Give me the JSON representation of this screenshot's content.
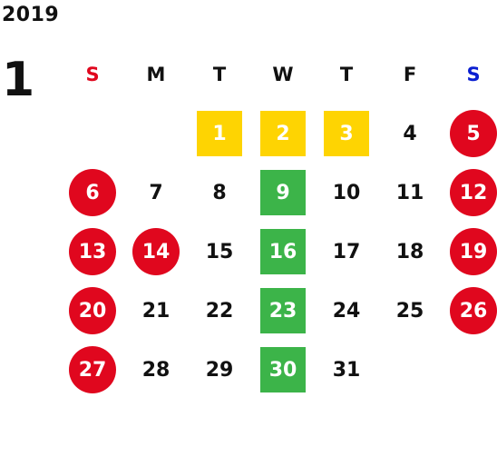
{
  "year": "2019",
  "month": "1",
  "weekdays": [
    {
      "label": "S",
      "color": "#e0071e"
    },
    {
      "label": "M",
      "color": "#111111"
    },
    {
      "label": "T",
      "color": "#111111"
    },
    {
      "label": "W",
      "color": "#111111"
    },
    {
      "label": "T",
      "color": "#111111"
    },
    {
      "label": "F",
      "color": "#111111"
    },
    {
      "label": "S",
      "color": "#0b1fd1"
    }
  ],
  "colors": {
    "holiday_red": "#e0071e",
    "new_year_yellow": "#fed402",
    "wednesday_green": "#3cb449"
  },
  "weeks": [
    [
      null,
      null,
      {
        "day": "1",
        "style": "yellow"
      },
      {
        "day": "2",
        "style": "yellow"
      },
      {
        "day": "3",
        "style": "yellow"
      },
      {
        "day": "4",
        "style": "plain"
      },
      {
        "day": "5",
        "style": "circle"
      }
    ],
    [
      {
        "day": "6",
        "style": "circle"
      },
      {
        "day": "7",
        "style": "plain"
      },
      {
        "day": "8",
        "style": "plain"
      },
      {
        "day": "9",
        "style": "green"
      },
      {
        "day": "10",
        "style": "plain"
      },
      {
        "day": "11",
        "style": "plain"
      },
      {
        "day": "12",
        "style": "circle"
      }
    ],
    [
      {
        "day": "13",
        "style": "circle"
      },
      {
        "day": "14",
        "style": "circle"
      },
      {
        "day": "15",
        "style": "plain"
      },
      {
        "day": "16",
        "style": "green"
      },
      {
        "day": "17",
        "style": "plain"
      },
      {
        "day": "18",
        "style": "plain"
      },
      {
        "day": "19",
        "style": "circle"
      }
    ],
    [
      {
        "day": "20",
        "style": "circle"
      },
      {
        "day": "21",
        "style": "plain"
      },
      {
        "day": "22",
        "style": "plain"
      },
      {
        "day": "23",
        "style": "green"
      },
      {
        "day": "24",
        "style": "plain"
      },
      {
        "day": "25",
        "style": "plain"
      },
      {
        "day": "26",
        "style": "circle"
      }
    ],
    [
      {
        "day": "27",
        "style": "circle"
      },
      {
        "day": "28",
        "style": "plain"
      },
      {
        "day": "29",
        "style": "plain"
      },
      {
        "day": "30",
        "style": "green"
      },
      {
        "day": "31",
        "style": "plain"
      },
      null,
      null
    ]
  ]
}
